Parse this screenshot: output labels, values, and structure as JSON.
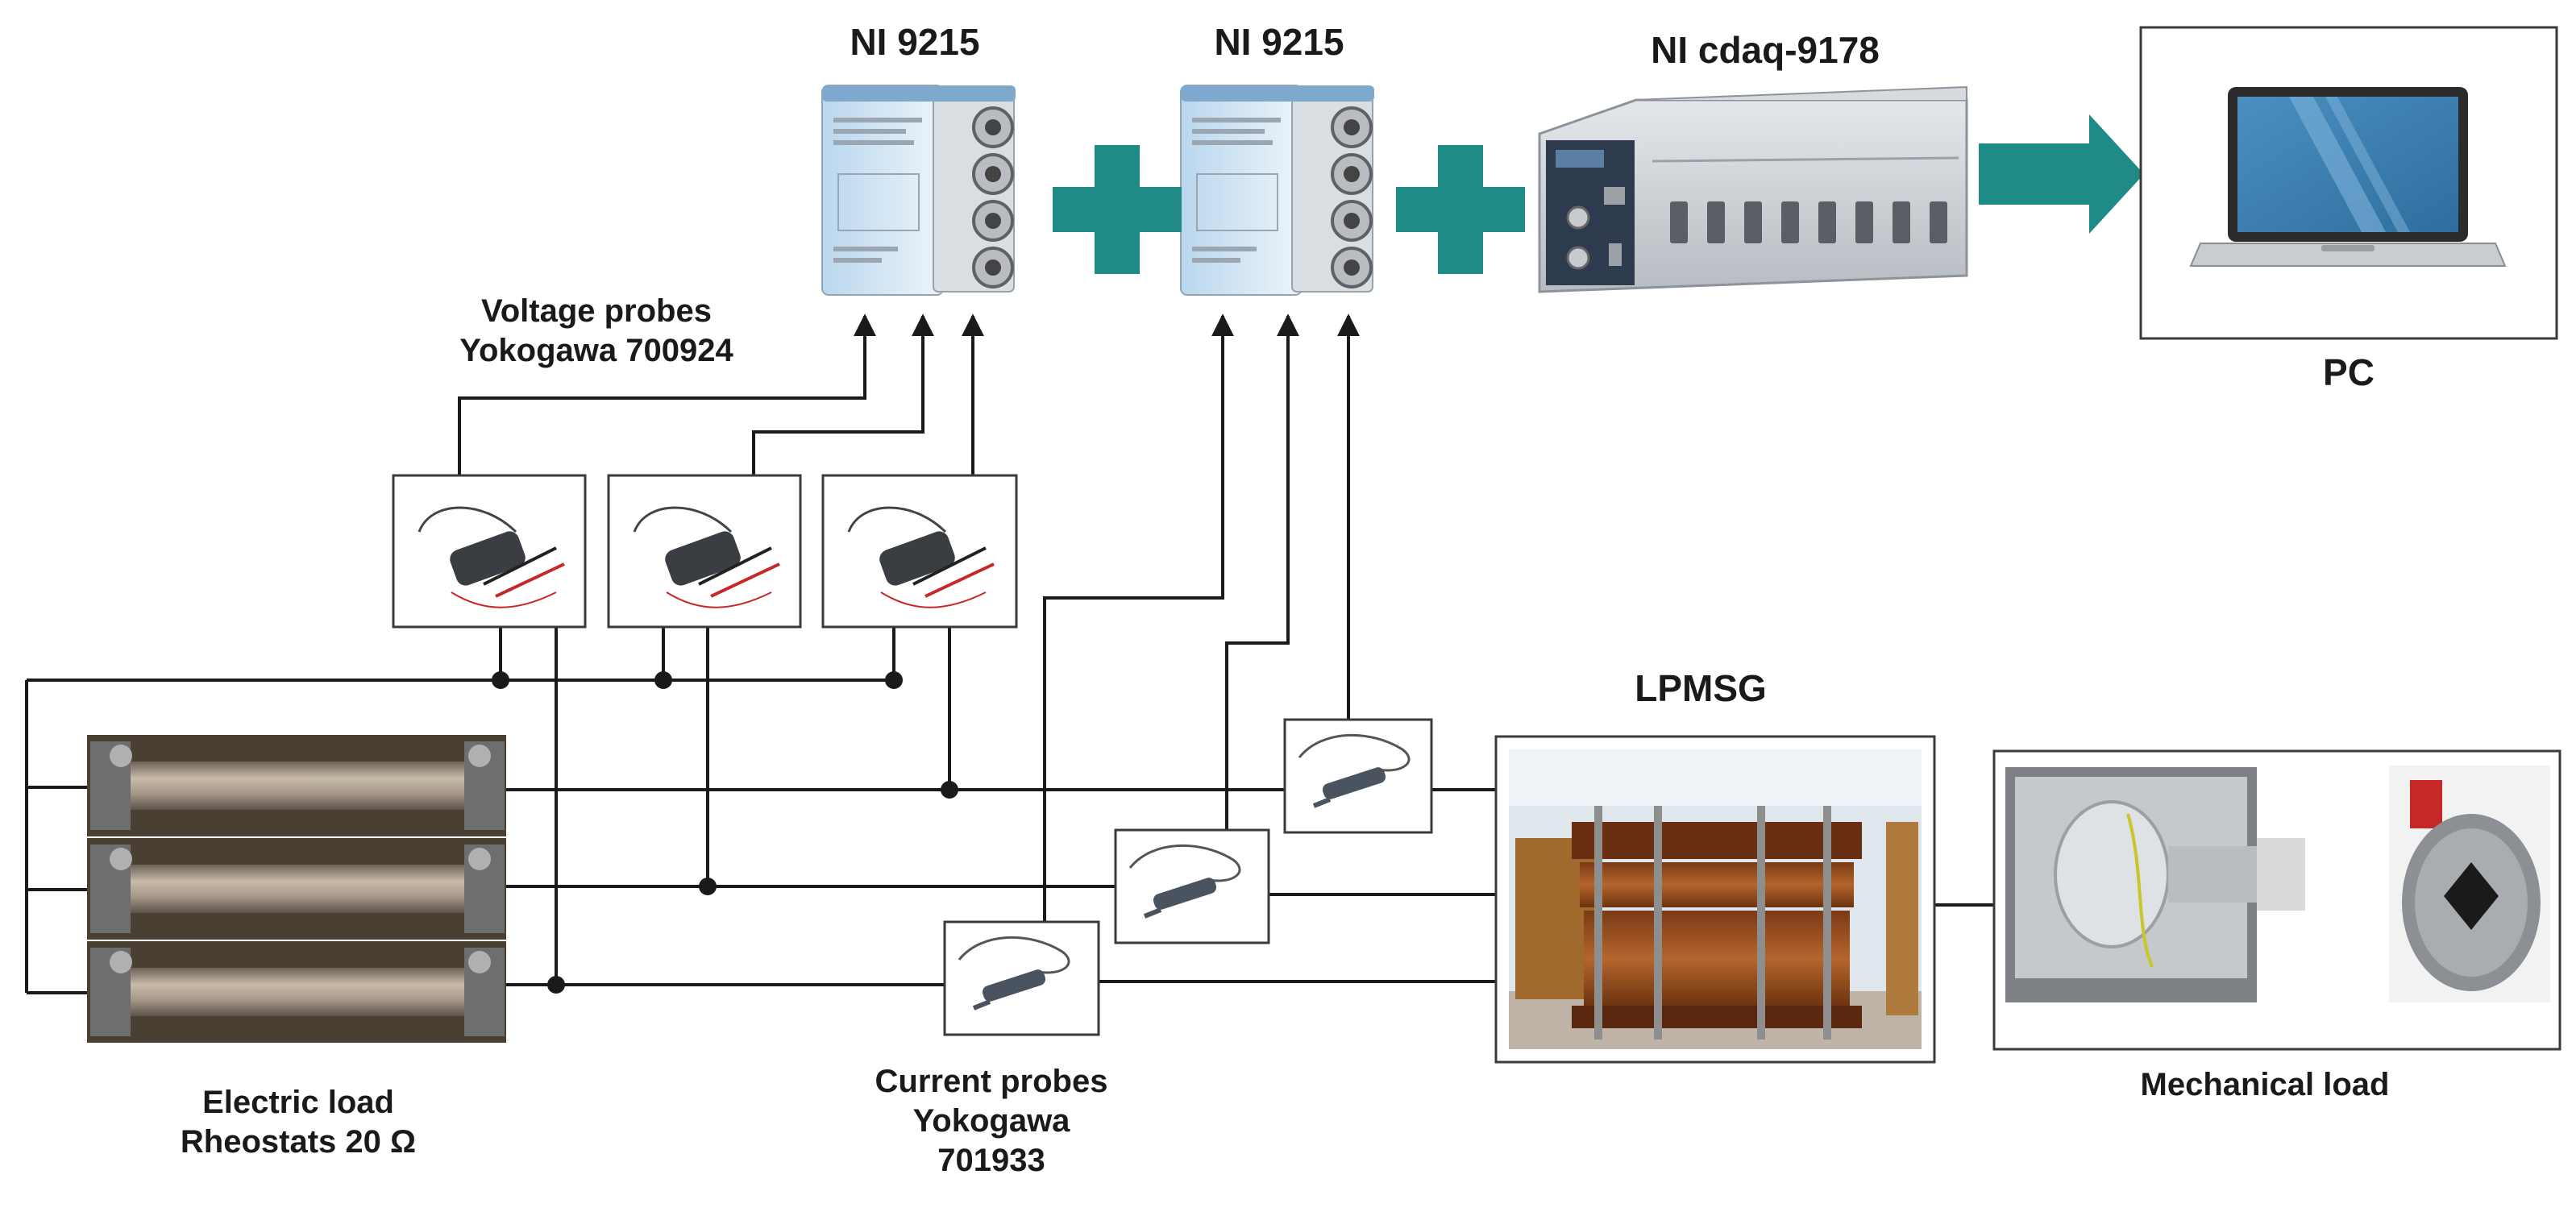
{
  "labels": {
    "ni9215_a": "NI 9215",
    "ni9215_b": "NI 9215",
    "cdaq": "NI cdaq-9178",
    "pc": "PC",
    "voltage_probes_l1": "Voltage probes",
    "voltage_probes_l2": "Yokogawa 700924",
    "lpmsg": "LPMSG",
    "electric_load_l1": "Electric load",
    "electric_load_l2": "Rheostats 20 Ω",
    "current_probes_l1": "Current probes",
    "current_probes_l2": "Yokogawa",
    "current_probes_l3": "701933",
    "mechanical_load": "Mechanical load"
  },
  "colors": {
    "accent_teal": "#1f8a86",
    "line": "#1a1a1a",
    "module_blue": "#9ec6e4",
    "bnc_silver": "#b9bcc0",
    "chassis_gray": "#cfd3d8",
    "copper": "#8a4a1f",
    "rheostat_tan": "#a89a86"
  },
  "icons": [
    "ni-9215-module-image",
    "cdaq-chassis-image",
    "laptop-image",
    "voltage-probe-image",
    "current-probe-image",
    "rheostat-image",
    "generator-image",
    "mechanical-load-image",
    "plus-icon",
    "arrow-right-icon"
  ]
}
